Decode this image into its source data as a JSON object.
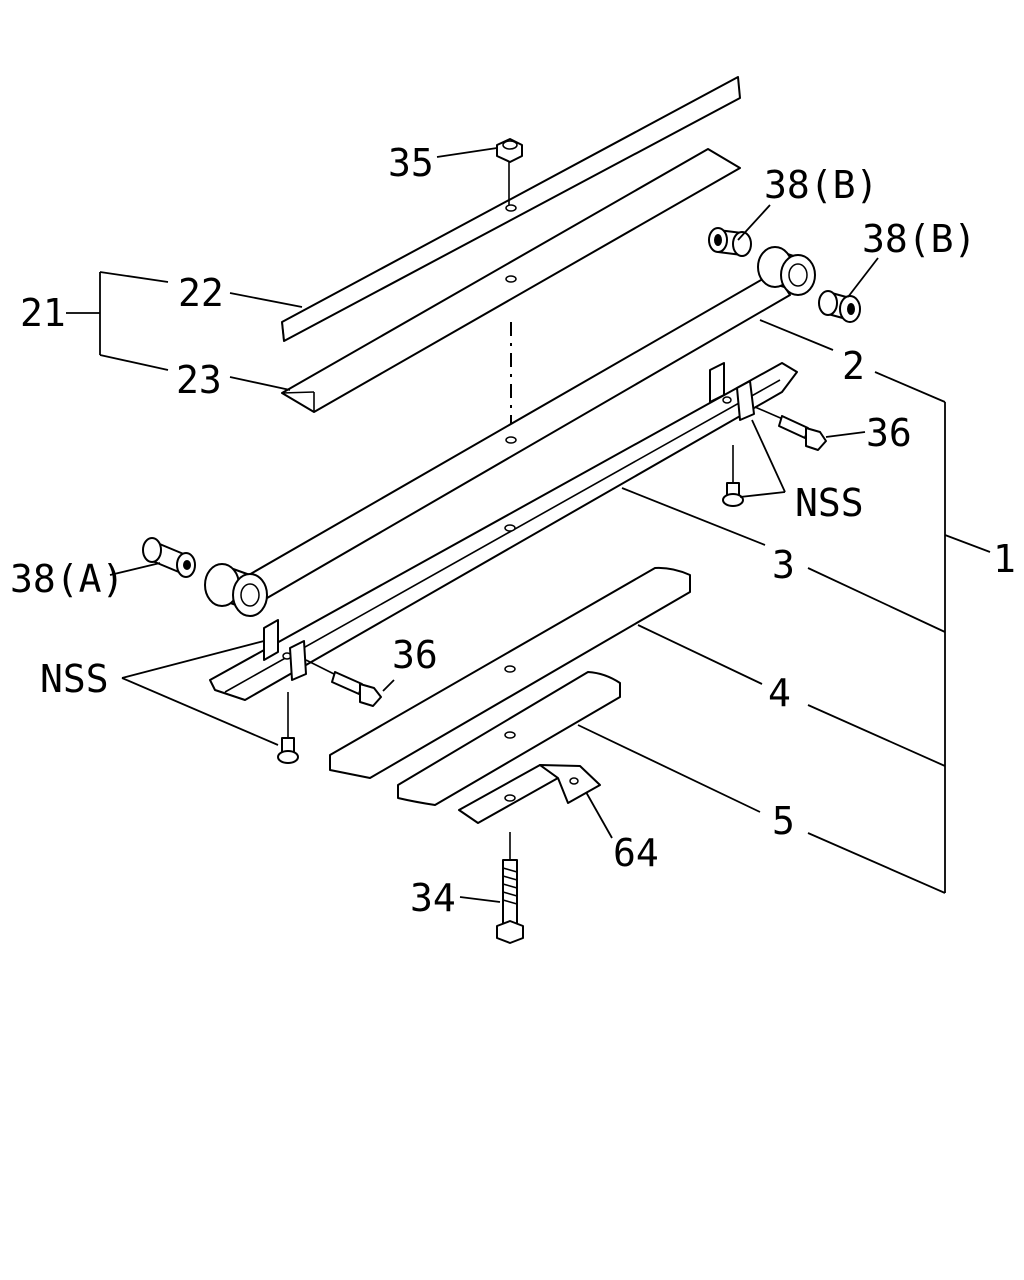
{
  "callouts": {
    "c1": "1",
    "c2": "2",
    "c3": "3",
    "c4": "4",
    "c5": "5",
    "c21": "21",
    "c22": "22",
    "c23": "23",
    "c34": "34",
    "c35": "35",
    "c36_upper": "36",
    "c36_lower": "36",
    "c38a": "38(A)",
    "c38b_left": "38(B)",
    "c38b_right": "38(B)",
    "c64": "64",
    "nss_upper": "NSS",
    "nss_lower": "NSS"
  }
}
